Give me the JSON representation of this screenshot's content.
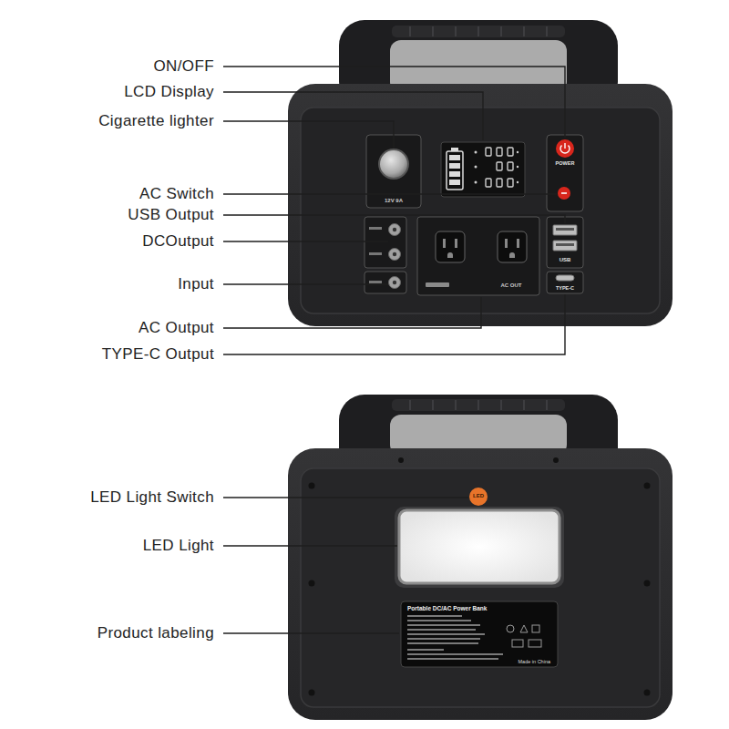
{
  "diagram": {
    "labels": [
      "ON/OFF",
      "LCD Display",
      "Cigarette lighter",
      "AC Switch",
      "USB Output",
      "DCOutput",
      "Input",
      "AC Output",
      "TYPE-C Output",
      "LED Light Switch",
      "LED Light",
      "Product labeling",
      "12V 9A",
      "POWER",
      "USB",
      "TYPE-C",
      "AC OUT",
      "LED",
      "Portable DC/AC Power Bank",
      "Made in China"
    ]
  }
}
